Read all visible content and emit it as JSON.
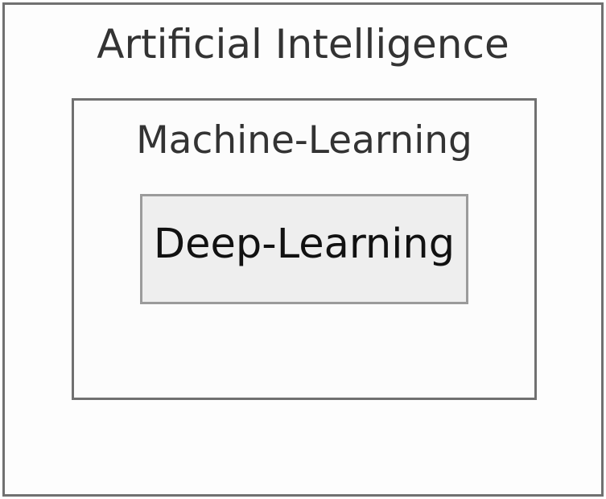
{
  "diagram": {
    "outer": {
      "label": "Artificial Intelligence"
    },
    "middle": {
      "label": "Machine-Learning"
    },
    "inner": {
      "label": "Deep-Learning"
    }
  }
}
